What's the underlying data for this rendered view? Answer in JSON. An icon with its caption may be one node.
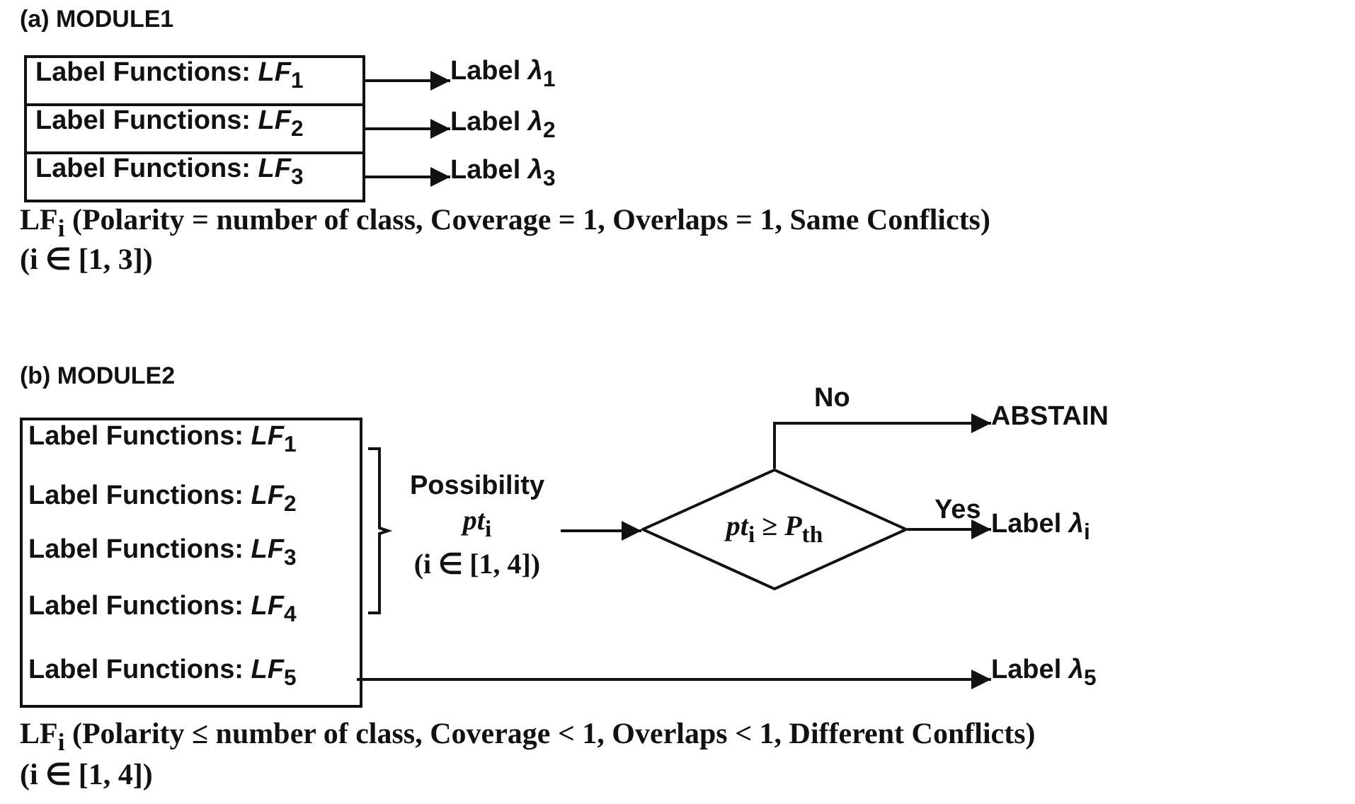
{
  "diagram": {
    "nodes": [
      {
        "text": [
          "Label Functions: *LF*$_{1}$"
        ]
      },
      {
        "text": [
          "Label *λ*$_{1}$"
        ]
      },
      {
        "text": [
          "Label Functions: *LF*$_{2}$"
        ]
      },
      {
        "text": [
          "Label *λ*$_{2}$"
        ]
      },
      {
        "text": [
          "Label Functions: *LF*$_{3}$"
        ]
      },
      {
        "text": [
          "Label *λ*$_{3}$"
        ]
      },
      {
        "text": [],
        "shape": "box"
      },
      {
        "text": [
          "Label Functions: *LF*$_{1}$"
        ],
        "in": 6
      },
      {
        "text": [
          "Label Functions: *LF*$_{2}$"
        ],
        "in": 6
      },
      {
        "text": [
          "Label Functions: *LF*$_{3}$"
        ],
        "in": 6
      },
      {
        "text": [
          "Label Functions: *LF*$_{4}$"
        ],
        "in": 6
      },
      {
        "text": [
          "Label Functions: *LF*$_{5}$"
        ],
        "in": 6
      },
      {
        "text": [
          "Possibility",
          "*pt*$_{i}$",
          "(i ∈ [1, 4])"
        ]
      },
      {
        "text": [
          "*pt*$_{i}$ ≥ *P*$_{th}$"
        ]
      },
      {
        "text": [
          "ABSTAIN"
        ]
      },
      {
        "text": [
          "Label *λ*$_{i}$"
        ]
      },
      {
        "text": [
          "Label *λ*$_{5}$"
        ]
      }
    ],
    "edges": [
      {
        "from": 0,
        "to": 1,
        "arrow": "to"
      },
      {
        "from": 2,
        "to": 3,
        "arrow": "to"
      },
      {
        "from": 4,
        "to": 5,
        "arrow": "to"
      },
      {
        "from": 12,
        "to": 13,
        "arrow": "to"
      },
      {
        "from": 13,
        "to": 14,
        "arrow": "to",
        "label": "No"
      },
      {
        "from": 13,
        "to": 15,
        "arrow": "to",
        "label": "Yes"
      },
      {
        "from": 11,
        "to": 16,
        "arrow": "to"
      }
    ],
    "labels": [
      "(a) MODULE1",
      "LF$_{i}$ (Polarity = number of class, Coverage = 1, Overlaps = 1, Same Conflicts)",
      "(i ∈ [1, 3])",
      "(b) MODULE2",
      "LF$_{i}$ (Polarity ≤ number of class, Coverage < 1, Overlaps < 1, Different Conflicts)",
      "(i ∈ [1, 4])"
    ]
  }
}
